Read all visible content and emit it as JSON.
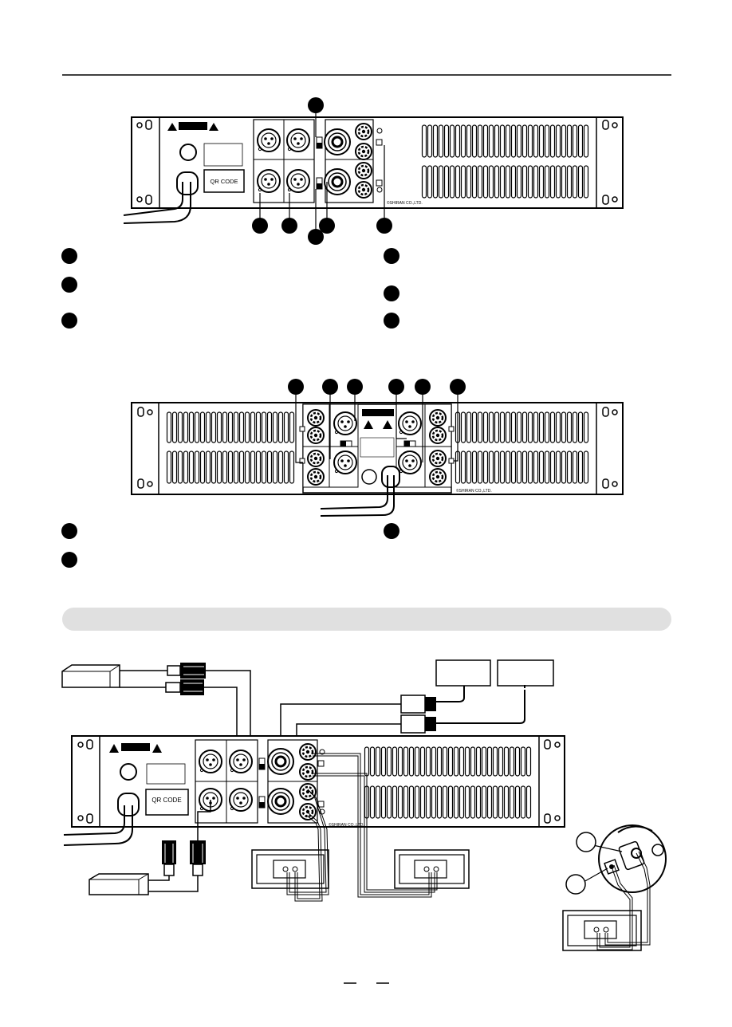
{
  "rear_panel_1": {
    "qr_label": "QR CODE",
    "maker_mark": "©SHIRAN CO.,LTD."
  },
  "rear_panel_2": {
    "maker_mark": "©SHIRAN CO.,LTD."
  },
  "connection_panel": {
    "qr_label": "QR CODE",
    "maker_mark": "©SHIRAN CO.,LTD."
  },
  "colors": {
    "line": "#000000",
    "banner": "#e0e0e0",
    "marker_fill": "#000000"
  },
  "icons": [
    "warning-triangle-icon",
    "xlr-connector-icon",
    "binding-post-icon",
    "speakon-connector-icon",
    "power-cord-icon"
  ]
}
